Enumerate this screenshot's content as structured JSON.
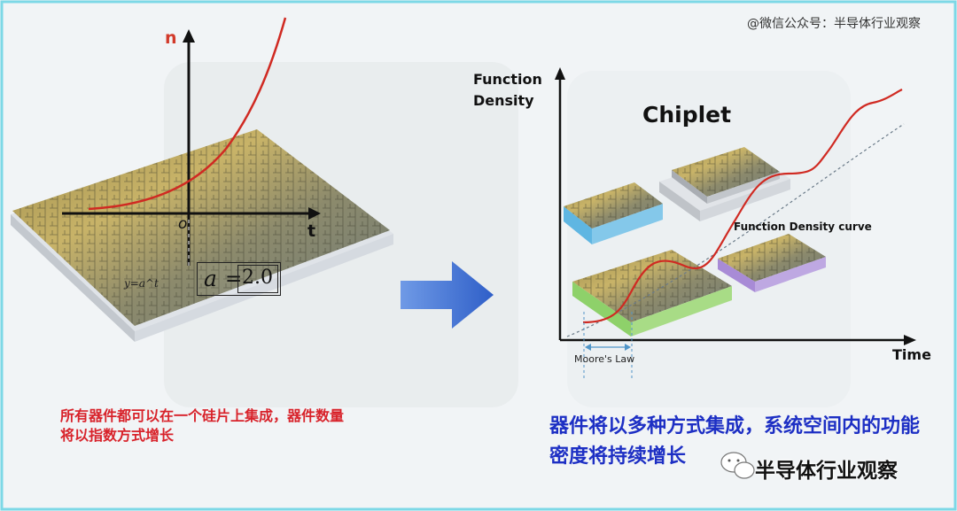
{
  "watermark": "@微信公众号：半导体行业观察",
  "left_panel": {
    "axis_y_label": "n",
    "axis_x_label": "t",
    "origin_label": "o",
    "formula_small": "y=a^t",
    "formula_symbol": "a",
    "formula_equals": "=",
    "formula_value": "2.0",
    "caption": "所有器件都可以在一个硅片上集成，器件数量将以指数方式增长"
  },
  "right_panel": {
    "y_axis_title": "Function Density",
    "x_axis_title": "Time",
    "chiplet_title": "Chiplet",
    "curve_label": "Function Density curve",
    "moore_label": "Moore's Law",
    "caption": "器件将以多种方式集成，系统空间内的功能密度将持续增长"
  },
  "brand_overlay": "半导体行业观察",
  "colors": {
    "curve": "#d02a22",
    "left_caption": "#d8222a",
    "right_caption": "#1d2fc4",
    "arrow": "#3d6fd0",
    "chip_blue_edge": "#5fb6e2",
    "chip_green_edge": "#8ed16a",
    "chip_purple_edge": "#a88bd6",
    "chip_gray_edge": "#c8ccd2",
    "border": "#7dd8e6"
  }
}
